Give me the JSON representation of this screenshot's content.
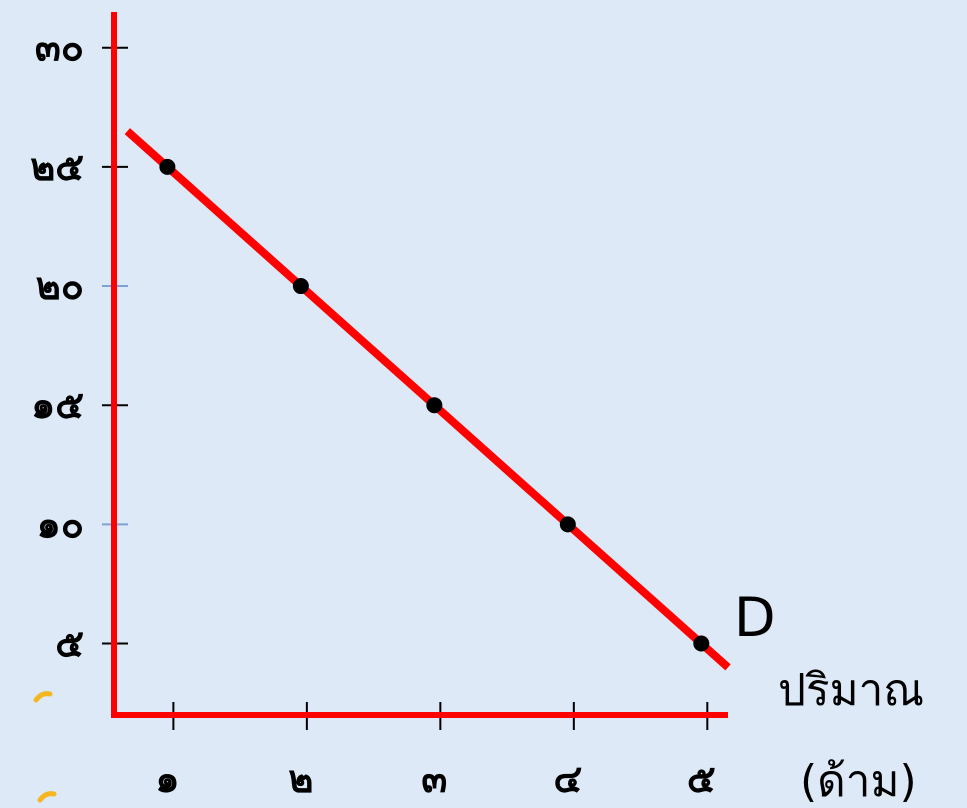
{
  "chart_data": {
    "type": "line",
    "x_ticks": [
      "๑",
      "๒",
      "๓",
      "๔",
      "๕"
    ],
    "y_ticks": [
      "๕",
      "๑๐",
      "๑๕",
      "๒๐",
      "๒๕",
      "๓๐"
    ],
    "x_tick_values": [
      1,
      2,
      3,
      4,
      5
    ],
    "y_tick_values": [
      5,
      10,
      15,
      20,
      25,
      30
    ],
    "series": [
      {
        "name": "D",
        "x": [
          1,
          2,
          3,
          4,
          5
        ],
        "y": [
          25,
          20,
          15,
          10,
          5
        ]
      }
    ],
    "xlabel": "ปริมาณ",
    "xlabel_unit": "(ด้าม)",
    "ylabel": "",
    "xlim": [
      0.6,
      5.2
    ],
    "ylim": [
      2,
      31.5
    ],
    "grid": false,
    "colors": {
      "axis": "#ff0000",
      "line": "#ff0000",
      "points": "#000000",
      "background": "#dde9f6",
      "tick_accent": "#7fa0d4"
    }
  }
}
